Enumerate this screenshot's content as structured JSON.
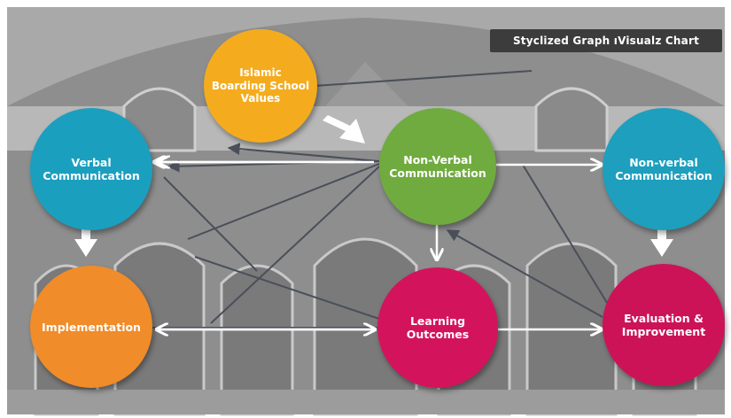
{
  "title": "Styclized Graph ıVisualz Chart",
  "colors": {
    "values": "#f4ac1e",
    "verbal": "#1b9fbf",
    "nonverbal_center": "#6fab3e",
    "nonverbal_right": "#1d9fbd",
    "implementation": "#f08c29",
    "learning": "#d3145c",
    "evaluation": "#cc1358"
  },
  "nodes": {
    "values": "Islamic Boarding School Values",
    "verbal": "Verbal Communication",
    "nonverbal_center": "Non-Verbal Communication",
    "nonverbal_right": "Non-verbal Communication",
    "implementation": "Implementation",
    "learning": "Learning Outcomes",
    "evaluation": "Evaluation & Improvement"
  }
}
